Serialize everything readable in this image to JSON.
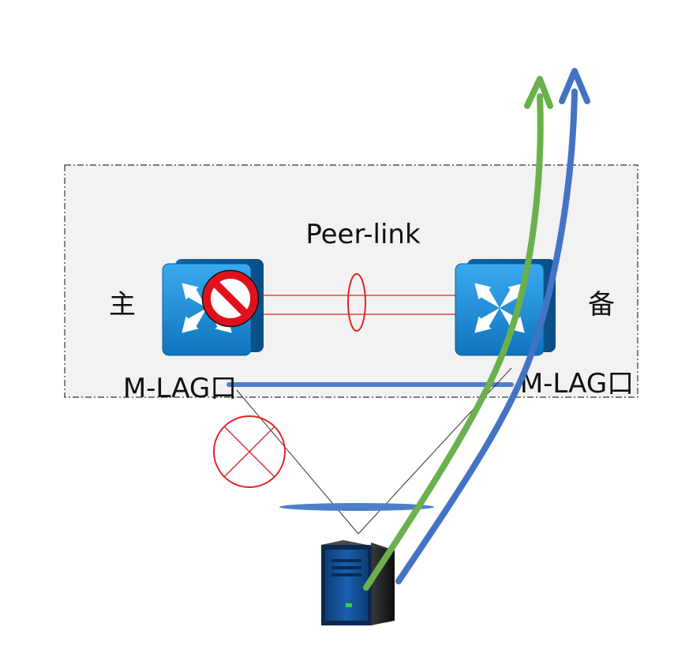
{
  "labels": {
    "peer_link": "Peer-link",
    "primary": "主",
    "backup": "备",
    "mlag_left": "M-LAG口",
    "mlag_right": "M-LAG口"
  },
  "icons": {
    "left_switch": "network-switch-icon",
    "right_switch": "network-switch-icon",
    "block": "prohibited-icon",
    "failed_link": "failure-x-icon",
    "server": "server-tower-icon"
  },
  "colors": {
    "switch_body": "#1a8fd6",
    "peer_link": "#e0252a",
    "block_sign": "#e0111c",
    "failure_circle": "#e0252a",
    "green_path": "#6ab04c",
    "blue_path": "#4473c5",
    "mlag_bundle": "#4f7fc9",
    "group_box": "#f2f2f2"
  }
}
